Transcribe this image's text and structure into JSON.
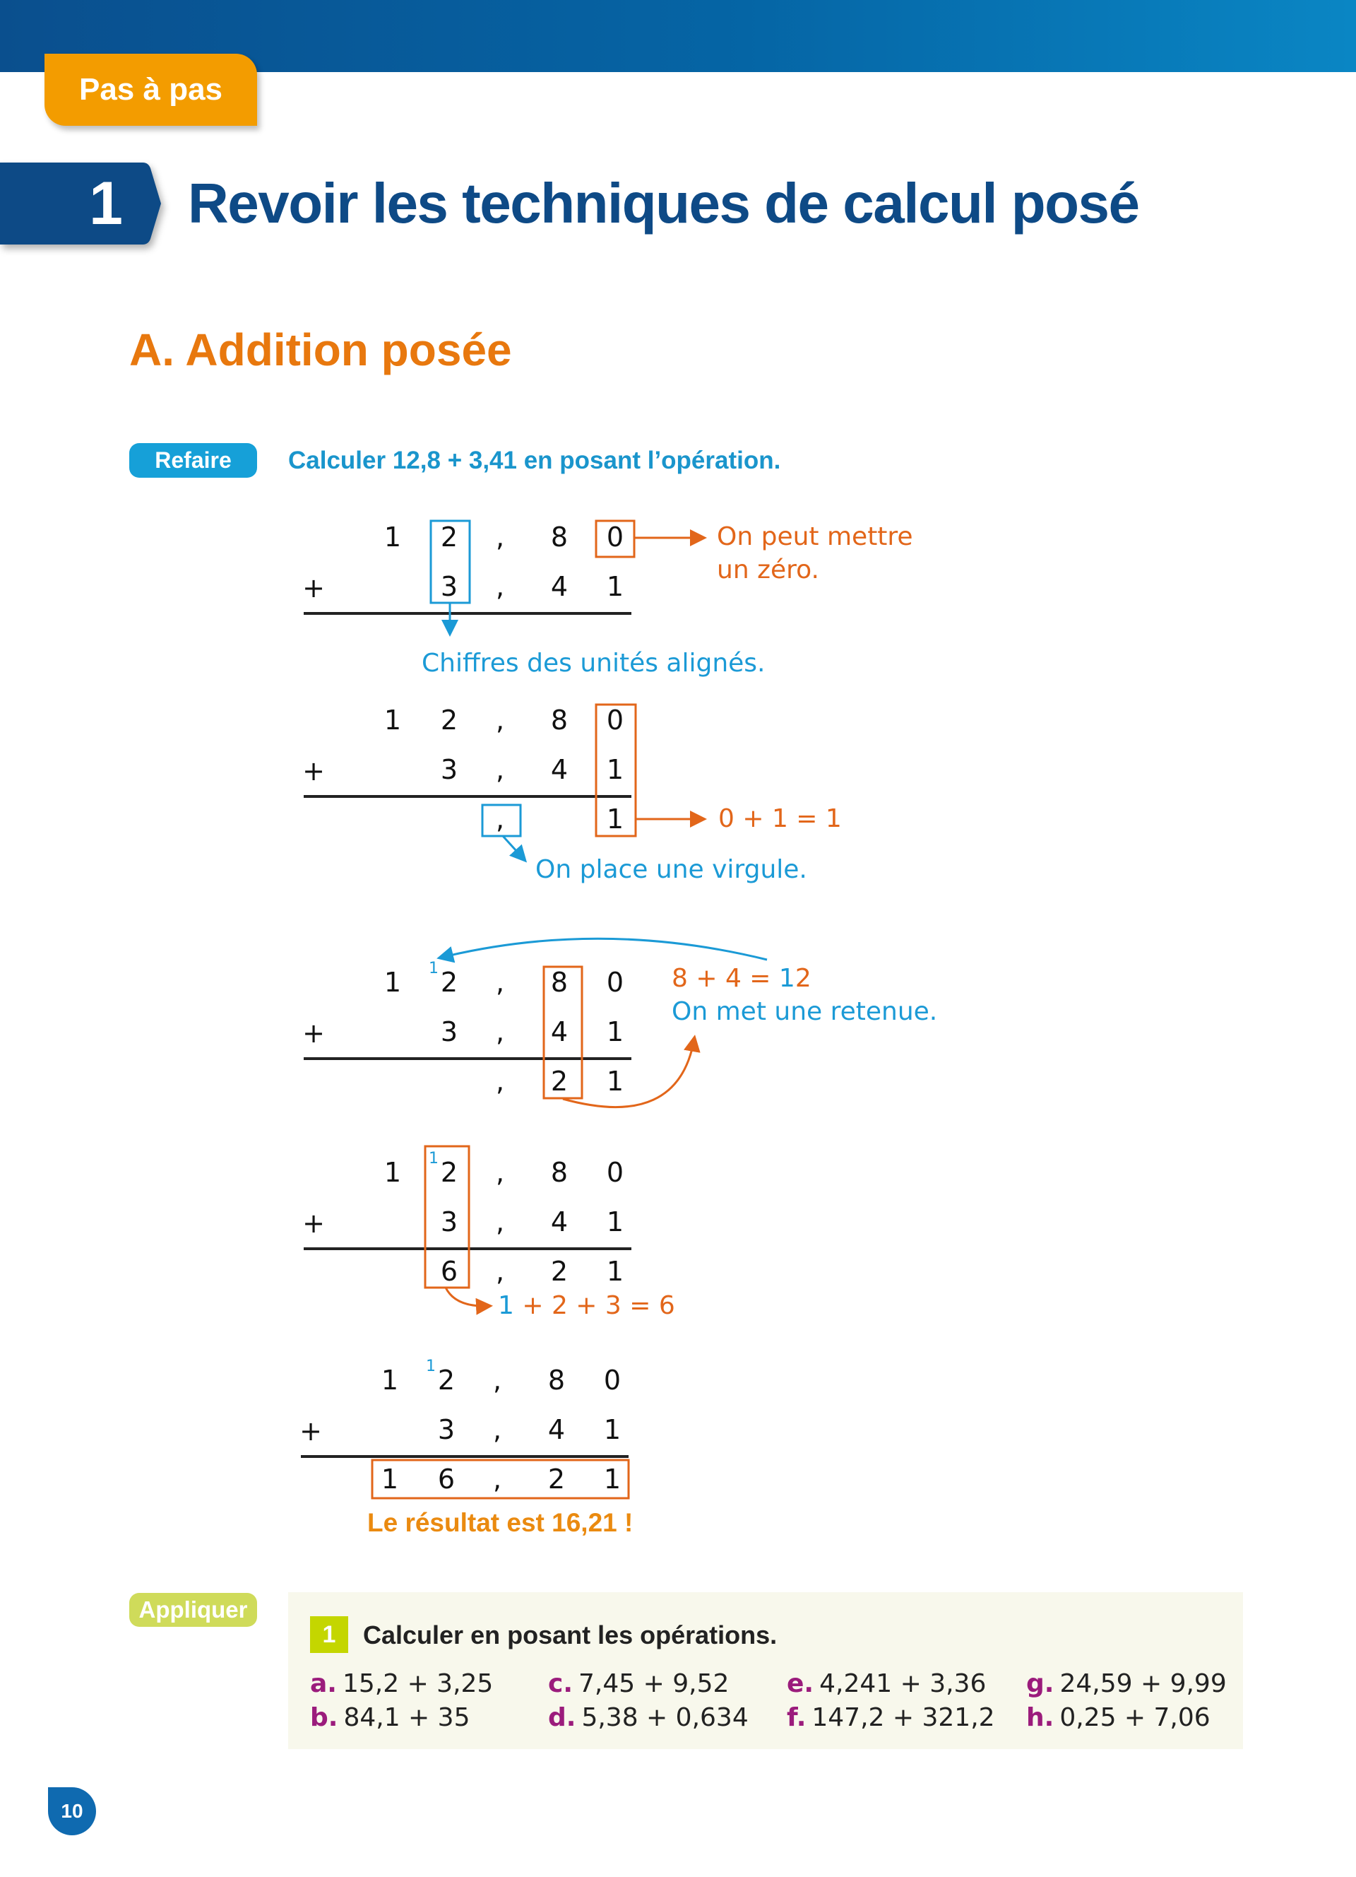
{
  "header": {
    "tab_label": "Pas à pas",
    "chapter_number": "1",
    "chapter_title": "Revoir les techniques de calcul posé"
  },
  "section": {
    "title": "A. Addition posée"
  },
  "refaire": {
    "badge": "Refaire",
    "instruction": "Calculer 12,8 + 3,41 en posant l’opération."
  },
  "operator": "+",
  "steps": [
    {
      "rows": [
        [
          "1",
          "2",
          ",",
          "8",
          "0"
        ],
        [
          "",
          "3",
          ",",
          "4",
          "1"
        ]
      ],
      "result": null,
      "carry": false
    },
    {
      "rows": [
        [
          "1",
          "2",
          ",",
          "8",
          "0"
        ],
        [
          "",
          "3",
          ",",
          "4",
          "1"
        ]
      ],
      "result": [
        "",
        "",
        ",",
        "",
        "1"
      ],
      "carry": false
    },
    {
      "rows": [
        [
          "1",
          "2",
          ",",
          "8",
          "0"
        ],
        [
          "",
          "3",
          ",",
          "4",
          "1"
        ]
      ],
      "result": [
        "",
        "",
        ",",
        "2",
        "1"
      ],
      "carry": true
    },
    {
      "rows": [
        [
          "1",
          "2",
          ",",
          "8",
          "0"
        ],
        [
          "",
          "3",
          ",",
          "4",
          "1"
        ]
      ],
      "result": [
        "",
        "6",
        ",",
        "2",
        "1"
      ],
      "carry": true
    },
    {
      "rows": [
        [
          "1",
          "2",
          ",",
          "8",
          "0"
        ],
        [
          "",
          "3",
          ",",
          "4",
          "1"
        ]
      ],
      "result": [
        "1",
        "6",
        ",",
        "2",
        "1"
      ],
      "carry": true
    }
  ],
  "carry_digit": "1",
  "notes": {
    "zero_line1": "On peut mettre",
    "zero_line2": "un zéro.",
    "units_aligned": "Chiffres des unités alignés.",
    "sum_01": "0 + 1 = 1",
    "comma": "On place une virgule.",
    "sum_84_left": "8 + 4 = ",
    "sum_84_carry": "1",
    "sum_84_right": "2",
    "carry_text": "On met une retenue.",
    "sum_123_carry": "1",
    "sum_123_rest": " + 2 + 3 = 6",
    "result": "Le résultat est 16,21 !"
  },
  "appliquer": {
    "badge": "Appliquer",
    "exercise_number": "1",
    "title": "Calculer en posant les opérations.",
    "items": [
      {
        "label": "a.",
        "expr": "15,2 + 3,25"
      },
      {
        "label": "b.",
        "expr": "84,1 + 35"
      },
      {
        "label": "c.",
        "expr": "7,45 + 9,52"
      },
      {
        "label": "d.",
        "expr": "5,38 + 0,634"
      },
      {
        "label": "e.",
        "expr": "4,241 + 3,36"
      },
      {
        "label": "f.",
        "expr": "147,2 + 321,2"
      },
      {
        "label": "g.",
        "expr": "24,59 + 9,99"
      },
      {
        "label": "h.",
        "expr": "0,25 + 7,06"
      }
    ]
  },
  "page_number": "10",
  "colors": {
    "orange": "#e2661a",
    "blue": "#1b9ad6",
    "navy": "#0e4a86",
    "purple": "#9b1c7c",
    "lime": "#c4d600"
  }
}
